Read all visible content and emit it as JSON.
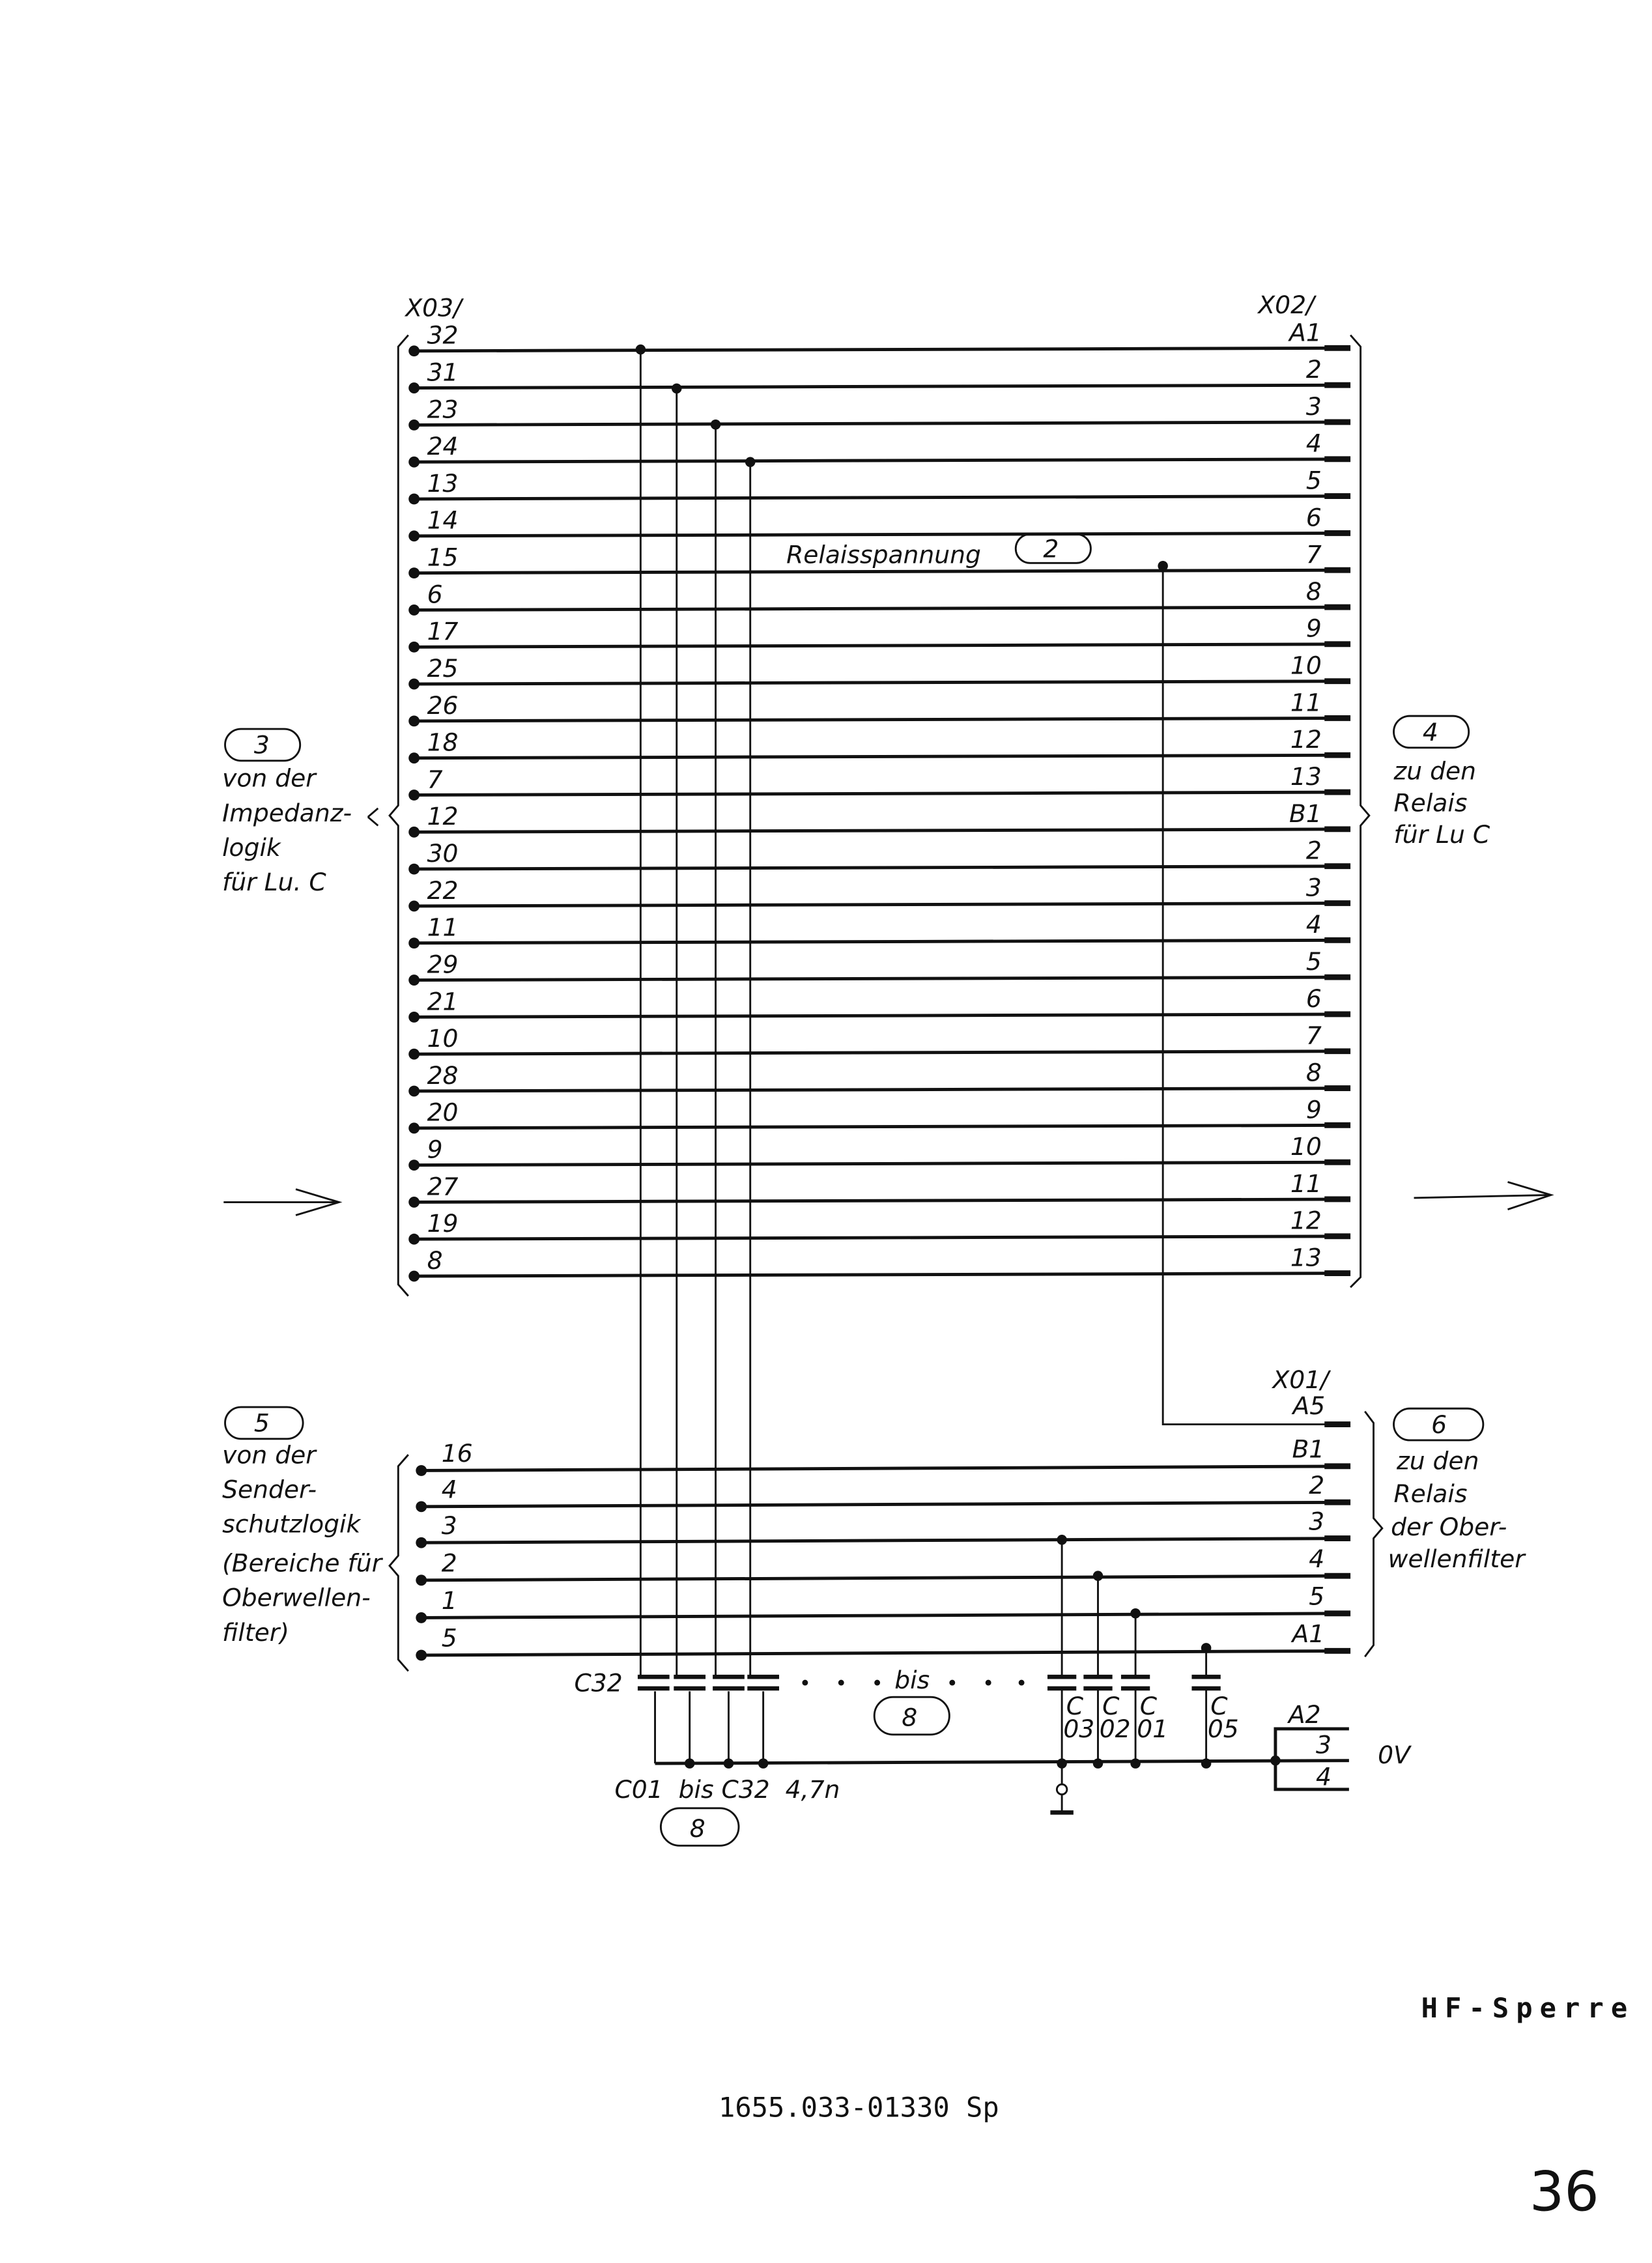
{
  "top_connector": {
    "left_name": "X03/",
    "right_name": "X02/",
    "left_pins": [
      "32",
      "31",
      "23",
      "24",
      "13",
      "14",
      "15",
      "6",
      "17",
      "25",
      "26",
      "18",
      "7",
      "12",
      "30",
      "22",
      "11",
      "29",
      "21",
      "10",
      "28",
      "20",
      "9",
      "27",
      "19",
      "8"
    ],
    "right_pins": [
      "A1",
      "2",
      "3",
      "4",
      "5",
      "6",
      "7",
      "8",
      "9",
      "10",
      "11",
      "12",
      "13",
      "B1",
      "2",
      "3",
      "4",
      "5",
      "6",
      "7",
      "8",
      "9",
      "10",
      "11",
      "12",
      "13"
    ]
  },
  "bottom_connector": {
    "right_name": "X01/",
    "a5_label": "A5",
    "left_pins": [
      "16",
      "4",
      "3",
      "2",
      "1",
      "5"
    ],
    "right_pins": [
      "B1",
      "2",
      "3",
      "4",
      "5",
      "A1"
    ],
    "ground_pins": [
      "A2",
      "3",
      "4"
    ],
    "ground_label": "0V"
  },
  "relais_label": "Relaisspannung",
  "relais_ref": "2",
  "groups": {
    "left_top": {
      "ref": "3",
      "lines": [
        "von der",
        "Impedanz-",
        "logik",
        "für Lu. C"
      ]
    },
    "right_top": {
      "ref": "4",
      "lines": [
        "zu den",
        "Relais",
        "für Lu C"
      ]
    },
    "left_bottom": {
      "ref": "5",
      "lines": [
        "von der",
        "Sender-",
        "schutzlogik",
        "(Bereiche für",
        "Oberwellen-",
        "filter)"
      ]
    },
    "right_bottom": {
      "ref": "6",
      "lines": [
        "zu den",
        "Relais",
        "der Ober-",
        "wellenfilter"
      ]
    }
  },
  "capacitors": {
    "c32_label": "C32",
    "bis_label": "bis",
    "bis_ref": "8",
    "range_label": "C01  bis C32  4,7n",
    "range_ref": "8",
    "c03": [
      "C",
      "03"
    ],
    "c02": [
      "C",
      "02"
    ],
    "c01": [
      "C",
      "01"
    ],
    "c05": [
      "C",
      "05"
    ]
  },
  "footer": {
    "title": "HF-Sperre",
    "drawing_number": "1655.033-01330 Sp",
    "page_number": "36"
  }
}
